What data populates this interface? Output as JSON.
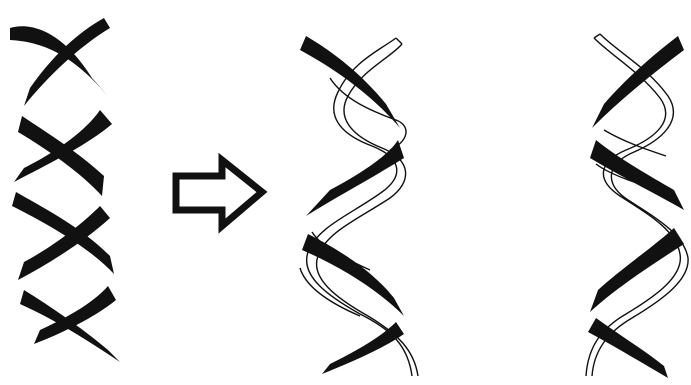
{
  "figure": {
    "background": "#ffffff",
    "ink_color": "#111111",
    "panels": [
      {
        "id": "source",
        "style": "solid-ribbons"
      },
      {
        "id": "arrow",
        "icon": "hollow-right-arrow-icon"
      },
      {
        "id": "result-left",
        "style": "solid-front-outlined-back"
      },
      {
        "id": "result-right",
        "style": "solid-front-outlined-back"
      }
    ]
  }
}
